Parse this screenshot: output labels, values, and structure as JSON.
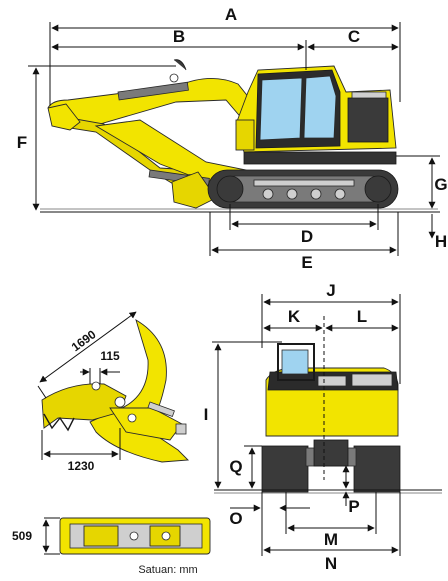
{
  "labels": {
    "A": "A",
    "B": "B",
    "C": "C",
    "D": "D",
    "E": "E",
    "F": "F",
    "G": "G",
    "H": "H",
    "I": "I",
    "J": "J",
    "K": "K",
    "L": "L",
    "M": "M",
    "N": "N",
    "O": "O",
    "P": "P",
    "Q": "Q"
  },
  "bucket": {
    "reach": "1690",
    "pin": "115",
    "width": "1230",
    "height": "509"
  },
  "units": "Satuan: mm",
  "colors": {
    "body": "#f2e400",
    "track": "#3a3a3a",
    "glass": "#9fd3f0"
  }
}
